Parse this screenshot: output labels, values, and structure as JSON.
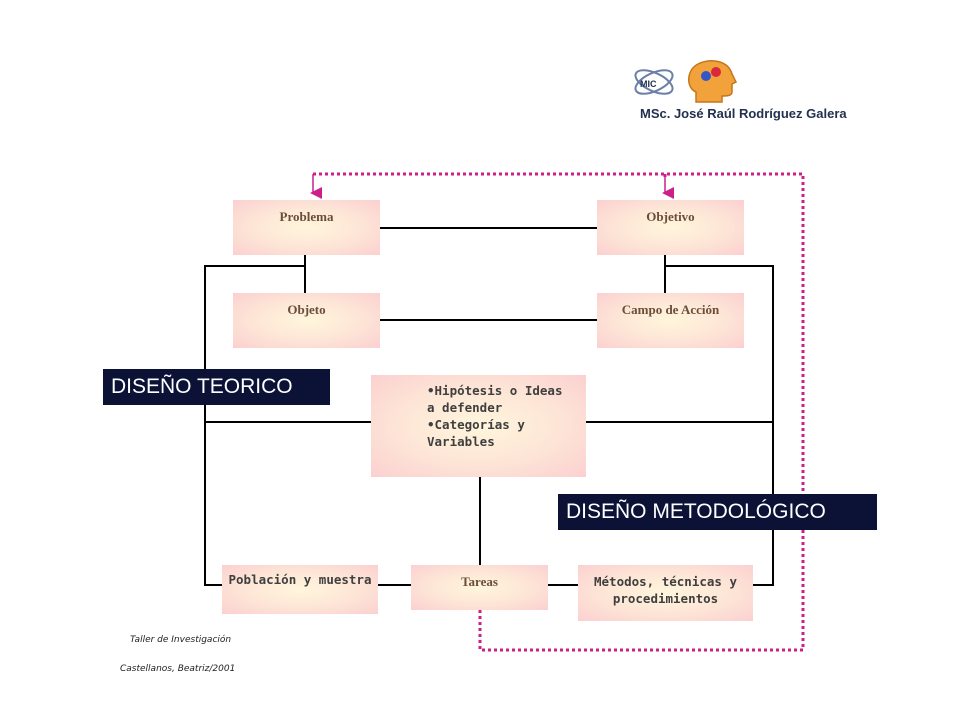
{
  "header": {
    "logo_text": "MIC",
    "author": "MSc. José Raúl Rodríguez Galera"
  },
  "boxes": {
    "problema": "Problema",
    "objetivo": "Objetivo",
    "objeto": "Objeto",
    "campo_accion": "Campo de Acción",
    "hipotesis": [
      "Hipótesis o Ideas a defender",
      "Categorías y Variables"
    ],
    "poblacion": "Población y muestra",
    "tareas": "Tareas",
    "metodos": "Métodos, técnicas y procedimientos"
  },
  "banners": {
    "teorico": "DISEÑO TEORICO",
    "metodologico": "DISEÑO METODOLÓGICO"
  },
  "footer": {
    "line1": "Taller de Investigación",
    "line2": "Castellanos, Beatriz/2001"
  },
  "colors": {
    "dashed_connector": "#cc1f8a",
    "banner_bg": "#0b1236",
    "box_fill": "#fbd0d0"
  }
}
